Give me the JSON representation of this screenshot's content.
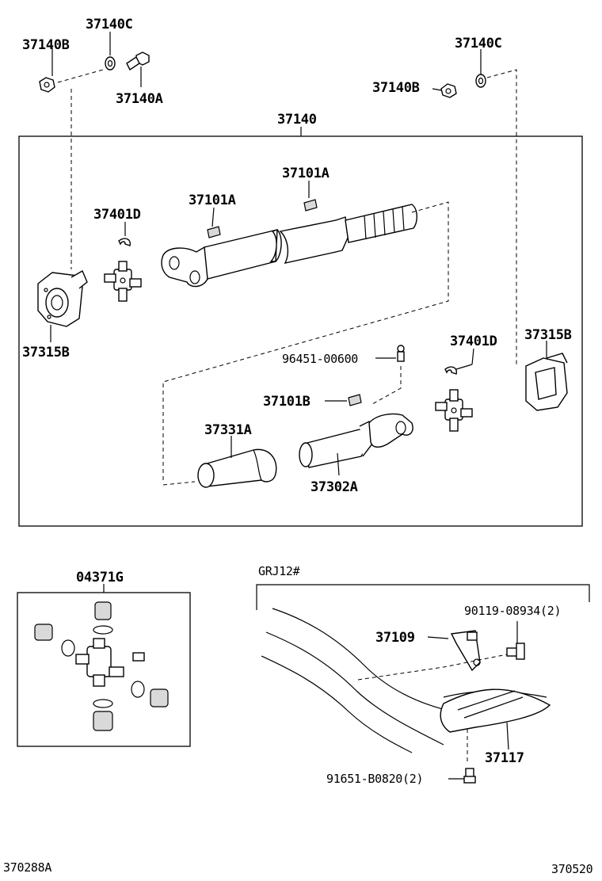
{
  "labels": {
    "p37140c_left": "37140C",
    "p37140b_left": "37140B",
    "p37140a": "37140A",
    "p37140c_right": "37140C",
    "p37140b_right": "37140B",
    "p37140": "37140",
    "p37101a_upper": "37101A",
    "p37101a_lower": "37101A",
    "p37401d_left": "37401D",
    "p37315b_left": "37315B",
    "p96451": "96451-00600",
    "p37401d_right": "37401D",
    "p37315b_right": "37315B",
    "p37101b": "37101B",
    "p37331a": "37331A",
    "p37302a": "37302A",
    "p04371g": "04371G",
    "grj12": "GRJ12#",
    "p90119": "90119-08934(2)",
    "p37109": "37109",
    "p37117": "37117",
    "p91651": "91651-B0820(2)"
  },
  "footer": {
    "left_code": "370288A",
    "right_code": "370520"
  }
}
